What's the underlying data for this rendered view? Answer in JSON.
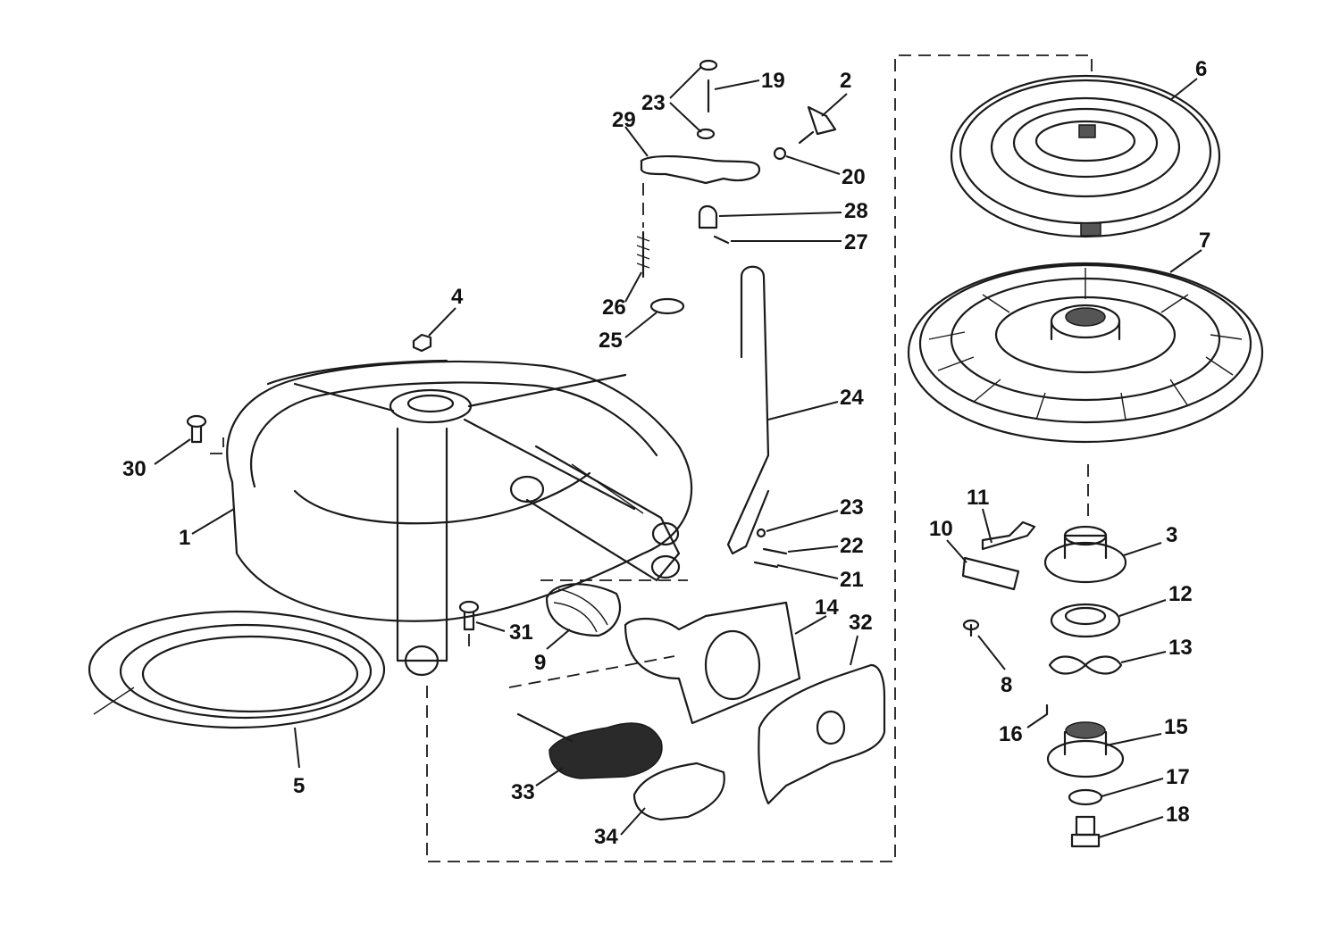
{
  "callouts": [
    {
      "id": "c1",
      "text": "1"
    },
    {
      "id": "c2",
      "text": "2"
    },
    {
      "id": "c3",
      "text": "3"
    },
    {
      "id": "c4",
      "text": "4"
    },
    {
      "id": "c5",
      "text": "5"
    },
    {
      "id": "c6",
      "text": "6"
    },
    {
      "id": "c7",
      "text": "7"
    },
    {
      "id": "c8",
      "text": "8"
    },
    {
      "id": "c9",
      "text": "9"
    },
    {
      "id": "c10",
      "text": "10"
    },
    {
      "id": "c11",
      "text": "11"
    },
    {
      "id": "c12",
      "text": "12"
    },
    {
      "id": "c13",
      "text": "13"
    },
    {
      "id": "c14",
      "text": "14"
    },
    {
      "id": "c15",
      "text": "15"
    },
    {
      "id": "c16",
      "text": "16"
    },
    {
      "id": "c17",
      "text": "17"
    },
    {
      "id": "c18",
      "text": "18"
    },
    {
      "id": "c19",
      "text": "19"
    },
    {
      "id": "c20",
      "text": "20"
    },
    {
      "id": "c21",
      "text": "21"
    },
    {
      "id": "c22",
      "text": "22"
    },
    {
      "id": "c23a",
      "text": "23"
    },
    {
      "id": "c23b",
      "text": "23"
    },
    {
      "id": "c24",
      "text": "24"
    },
    {
      "id": "c25",
      "text": "25"
    },
    {
      "id": "c26",
      "text": "26"
    },
    {
      "id": "c27",
      "text": "27"
    },
    {
      "id": "c28",
      "text": "28"
    },
    {
      "id": "c29",
      "text": "29"
    },
    {
      "id": "c30",
      "text": "30"
    },
    {
      "id": "c31",
      "text": "31"
    },
    {
      "id": "c32",
      "text": "32"
    },
    {
      "id": "c33",
      "text": "33"
    },
    {
      "id": "c34",
      "text": "34"
    }
  ]
}
